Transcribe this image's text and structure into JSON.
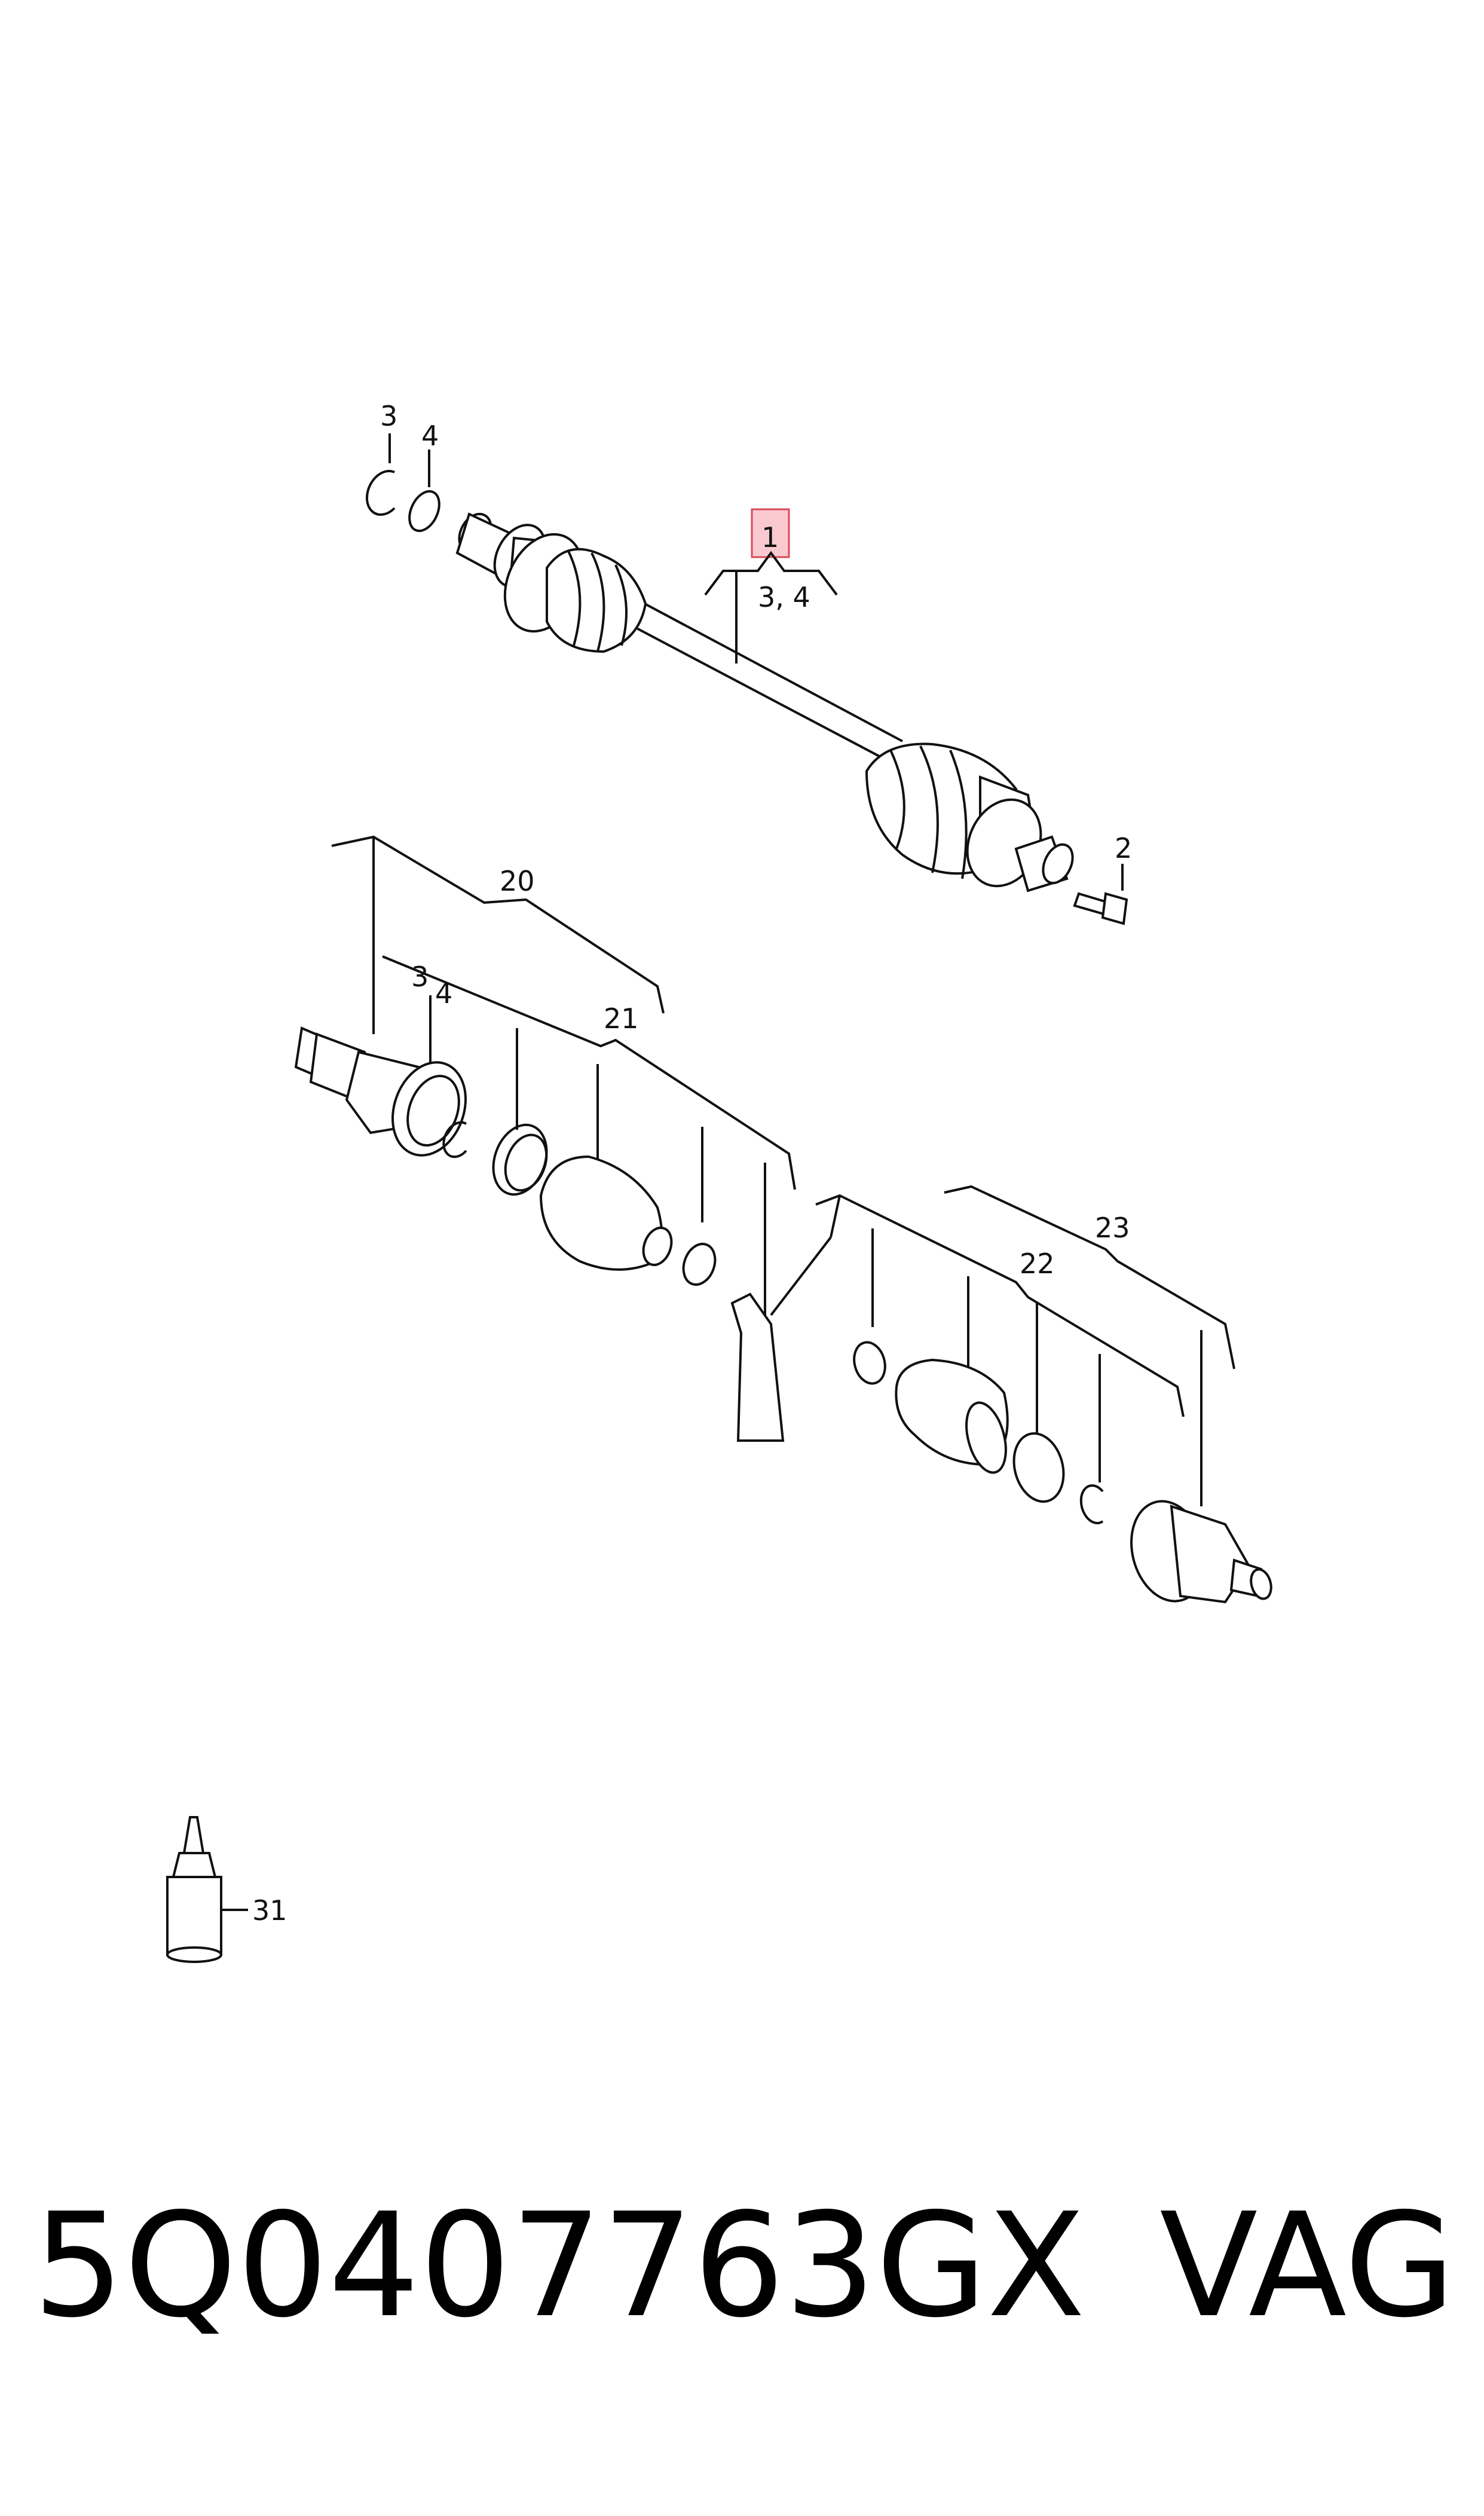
{
  "callouts": {
    "c1": "1",
    "c1_sub": "3, 4",
    "c2": "2",
    "c3a": "3",
    "c4a": "4",
    "c3b": "3",
    "c4b": "4",
    "c20": "20",
    "c21": "21",
    "c22": "22",
    "c23": "23",
    "c31": "31"
  },
  "footer": {
    "part_number": "5Q0407763GX",
    "brand": "VAG"
  },
  "colors": {
    "highlight_fill": "#f9c9cf",
    "highlight_stroke": "#d94a5a",
    "ink": "#111111"
  }
}
